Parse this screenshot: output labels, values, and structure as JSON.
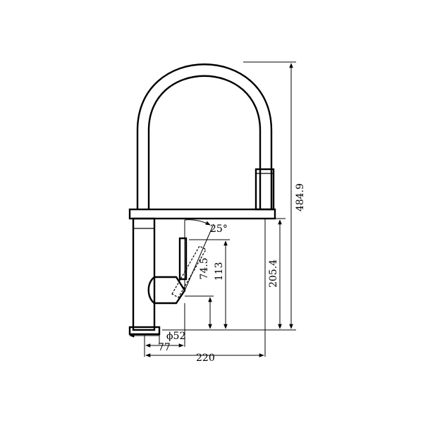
{
  "drawing": {
    "subject": "pull-down kitchen mixer side elevation",
    "line_color": "#000000",
    "background": "#ffffff"
  },
  "dimensions": {
    "total_height": "484.9",
    "spout_height": "205.4",
    "lever_height": "113",
    "lever_offset": "74.5",
    "lever_angle": "25°",
    "base_diameter": "ϕ52",
    "base_to_center": "77",
    "spout_reach": "220"
  }
}
